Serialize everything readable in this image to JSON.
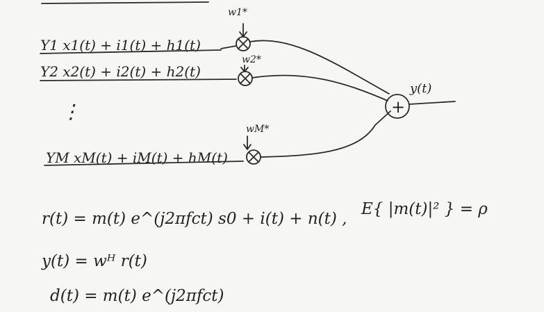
{
  "diagram": {
    "inputs": [
      {
        "label": "Y1  x1(t) + i1(t) + h1(t)",
        "weight": "w1*"
      },
      {
        "label": "Y2  x2(t) + i2(t) + h2(t)",
        "weight": "w2*"
      },
      {
        "label": "YM  xM(t) + iM(t) + hM(t)",
        "weight": "wM*"
      }
    ],
    "ellipsis": "⋮",
    "summer_symbol": "+",
    "output_label": "y(t)"
  },
  "equations": {
    "eq1": "r(t) = m(t) e^(j2πfct) s0 + i(t) + n(t) ,",
    "eq1_expectation": "E{ |m(t)|² } = ρ",
    "eq2": "y(t) = wᴴ r(t)",
    "eq3": "d(t) = m(t) e^(j2πfct)"
  }
}
